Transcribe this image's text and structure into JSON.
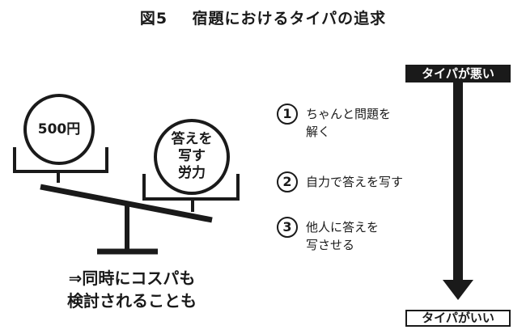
{
  "title": {
    "fig": "図5",
    "text": "宿題におけるタイパの追求"
  },
  "scale": {
    "left_item": "500円",
    "right_item_lines": [
      "答えを",
      "写す",
      "労力"
    ]
  },
  "conclusion_lines": [
    "⇒同時にコスパも",
    "検討されることも"
  ],
  "steps": [
    {
      "num": "1",
      "lines": [
        "ちゃんと問題を",
        "解く"
      ]
    },
    {
      "num": "2",
      "lines": [
        "自力で答えを写す"
      ]
    },
    {
      "num": "3",
      "lines": [
        "他人に答えを",
        "写させる"
      ]
    }
  ],
  "axis": {
    "top_label": "タイパが悪い",
    "bottom_label": "タイパがいい"
  }
}
